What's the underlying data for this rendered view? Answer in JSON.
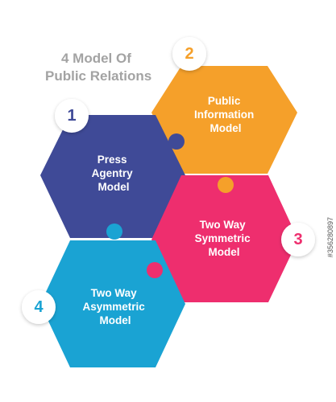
{
  "title_lines": [
    "4 Model Of",
    "Public Relations"
  ],
  "items": [
    {
      "number": "1",
      "lines": [
        "Press",
        "Agentry",
        "Model"
      ],
      "color": "#3f4a97"
    },
    {
      "number": "2",
      "lines": [
        "Public",
        "Information",
        "Model"
      ],
      "color": "#f5a02a"
    },
    {
      "number": "3",
      "lines": [
        "Two Way",
        "Symmetric",
        "Model"
      ],
      "color": "#ee2e6e"
    },
    {
      "number": "4",
      "lines": [
        "Two Way",
        "Asymmetric",
        "Model"
      ],
      "color": "#1aa3d3"
    }
  ],
  "stock_id": "#356280897"
}
